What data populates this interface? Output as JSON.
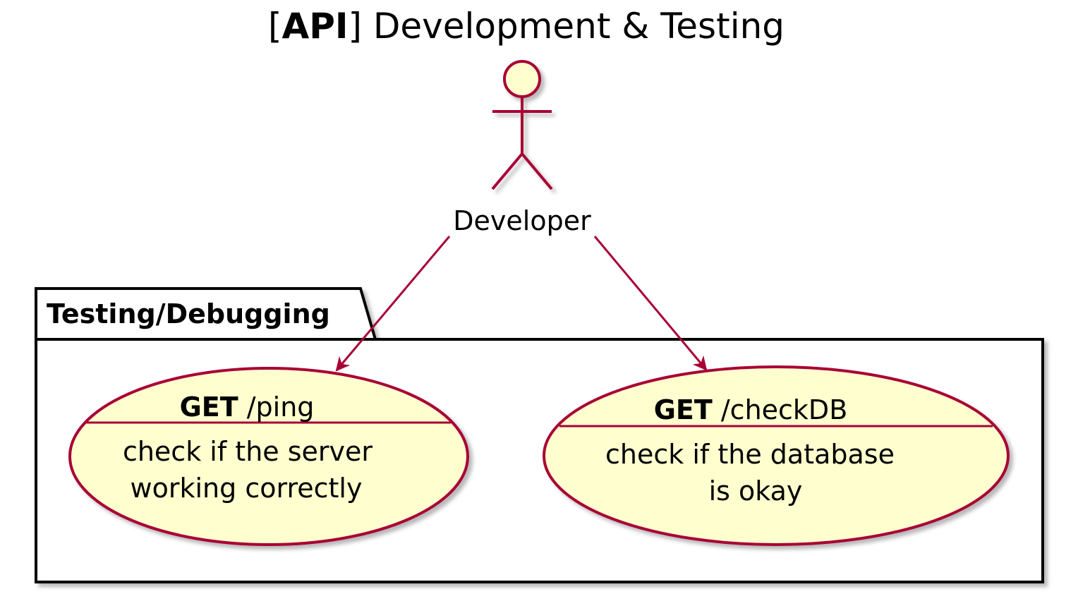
{
  "title": {
    "bracket_open": "[",
    "bold": "API",
    "rest": "] Development & Testing"
  },
  "actor": {
    "name": "Developer"
  },
  "package": {
    "name": "Testing/Debugging"
  },
  "use_cases": [
    {
      "method": "GET",
      "path": " /ping",
      "description": [
        "check if the server",
        "working correctly"
      ]
    },
    {
      "method": "GET",
      "path": " /checkDB",
      "description": [
        "check if the database",
        "is okay"
      ]
    }
  ],
  "colors": {
    "stroke": "#A80036",
    "fill": "#FEFECE",
    "border": "#000000"
  }
}
